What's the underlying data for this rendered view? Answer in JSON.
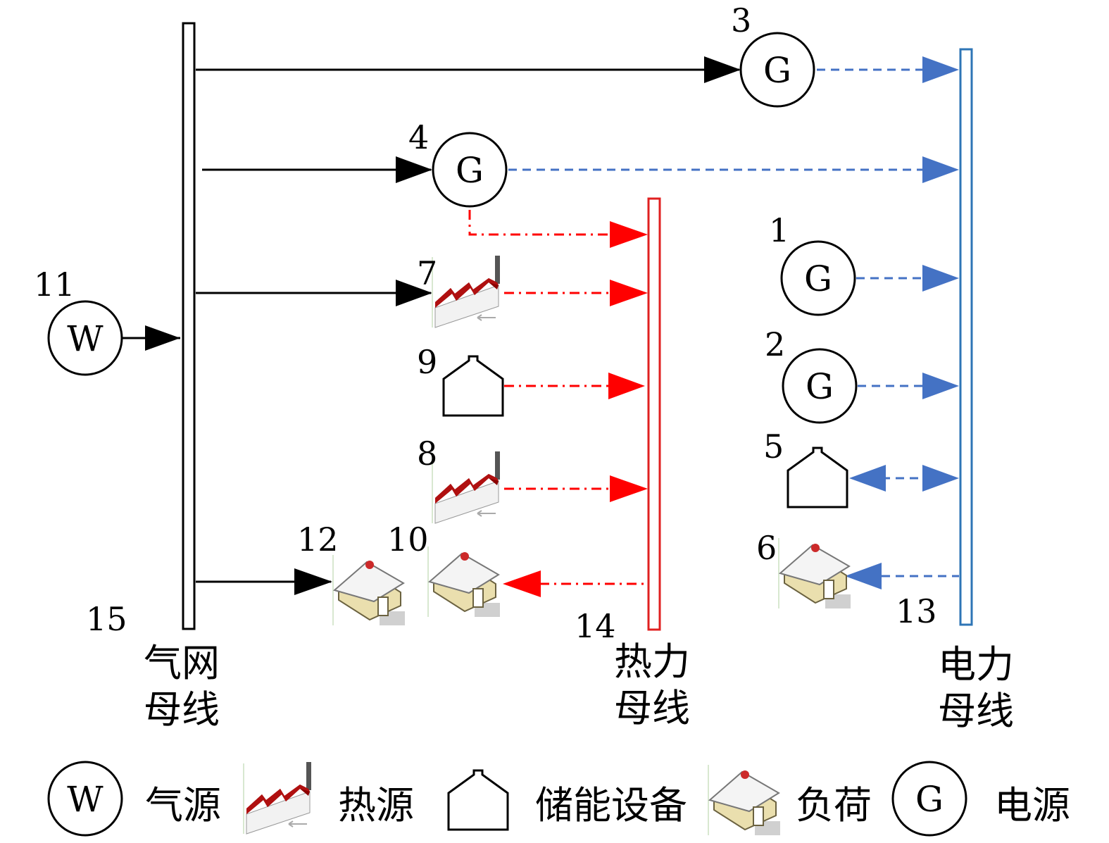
{
  "node_labels": {
    "n1": "1",
    "n2": "2",
    "n3": "3",
    "n4": "4",
    "n5": "5",
    "n6": "6",
    "n7": "7",
    "n8": "8",
    "n9": "9",
    "n10": "10",
    "n11": "11",
    "n12": "12",
    "n13": "13",
    "n14": "14",
    "n15": "15"
  },
  "symbols": {
    "wind": "W",
    "generator": "G"
  },
  "bus_labels": {
    "gas": [
      "气网",
      "母线"
    ],
    "heat": [
      "热力",
      "母线"
    ],
    "power": [
      "电力",
      "母线"
    ]
  },
  "legend": {
    "gas_source": "气源",
    "heat_source": "热源",
    "storage": "储能设备",
    "load": "负荷",
    "power_source": "电源"
  },
  "colors": {
    "gas_line": "#000000",
    "heat_line": "#ff0000",
    "power_line": "#4472c4",
    "heat_bus": "#e02020",
    "power_bus": "#2e75b6",
    "factory_roof": "#8b0000"
  }
}
